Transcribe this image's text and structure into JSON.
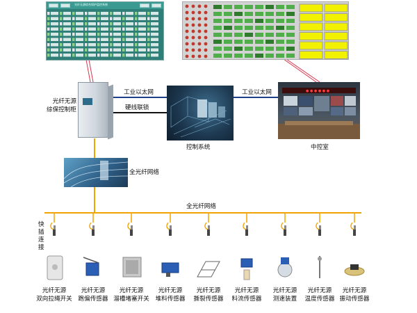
{
  "diagram": {
    "cabinet_label": [
      "光纤无源",
      "综保控制柜"
    ],
    "link_ethernet_1": "工业以太网",
    "link_hardwire": "硬线联锁",
    "link_ethernet_2": "工业以太网",
    "control_system_label": "控制系统",
    "control_room_label": "中控室",
    "all_optical_network_1": "全光纤网络",
    "all_optical_network_2": "全光纤网络",
    "quick_connect_label": [
      "快",
      "插",
      "连",
      "接"
    ],
    "top_screen_title": "光纤无源综合保护监控系统"
  },
  "sensors": [
    {
      "line1": "光纤无源",
      "line2": "双向拉绳开关",
      "icon": "pull-cord-switch-icon"
    },
    {
      "line1": "光纤无源",
      "line2": "跑偏传感器",
      "icon": "deviation-sensor-icon"
    },
    {
      "line1": "光纤无源",
      "line2": "溜槽堵塞开关",
      "icon": "chute-blockage-switch-icon"
    },
    {
      "line1": "光纤无源",
      "line2": "堆料传感器",
      "icon": "material-pile-sensor-icon"
    },
    {
      "line1": "光纤无源",
      "line2": "撕裂传感器",
      "icon": "tear-sensor-icon"
    },
    {
      "line1": "光纤无源",
      "line2": "料流传感器",
      "icon": "material-flow-sensor-icon"
    },
    {
      "line1": "光纤无源",
      "line2": "测速装置",
      "icon": "speed-measurement-icon"
    },
    {
      "line1": "光纤无源",
      "line2": "温度传感器",
      "icon": "temperature-sensor-icon"
    },
    {
      "line1": "光纤无源",
      "line2": "振动传感器",
      "icon": "vibration-sensor-icon"
    }
  ],
  "colors": {
    "fiber_line": "#f0a400",
    "ethernet_line": "#1c3f8c",
    "hardwire_line": "#111111",
    "callout_line": "#d9304a",
    "screen_green": "#2f7e78",
    "alarm_yellow": "#f2f200"
  }
}
